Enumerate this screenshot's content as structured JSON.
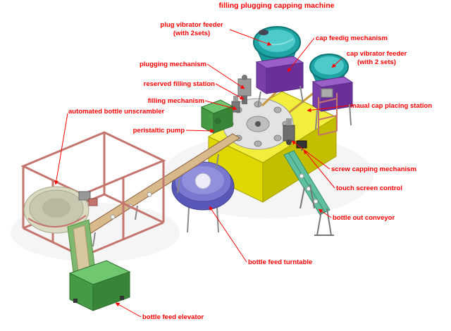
{
  "title": "filling plugging capping machine",
  "labels": {
    "plug_vibrator_feeder": "plug vibrator feeder\n(with 2sets)",
    "cap_feeding_mechanism": "cap feedig mechanism",
    "cap_vibrator_feeder": "cap vibrator feeder\n(with 2 sets)",
    "plugging_mechanism": "plugging mechanism",
    "reserved_filling_station": "reserved filling station",
    "filling_mechanism": "filling mechanism",
    "automated_bottle_unscrambler": "automated bottle unscrambler",
    "peristaltic_pump": "peristaltic pump",
    "manual_cap_placing_station": "maual cap placing station",
    "screw_capping_mechanism": "screw capping mechanism",
    "touch_screen_control": "touch screen control",
    "bottle_out_conveyor": "bottle out conveyor",
    "bottle_feed_turntable": "bottle feed turntable",
    "bottle_feed_elevator": "bottle feed elevator"
  },
  "colors": {
    "label_text": "#FF0000",
    "platform_yellow": "#F2EE3C",
    "vibrator_bowl_teal": "#1FA5A5",
    "stand_purple": "#8A4FB8",
    "elevator_green": "#5FB75F",
    "frame_pink": "#C4766E",
    "feed_turntable_blue": "#6868C8",
    "conveyor_tan": "#D8B98C"
  }
}
